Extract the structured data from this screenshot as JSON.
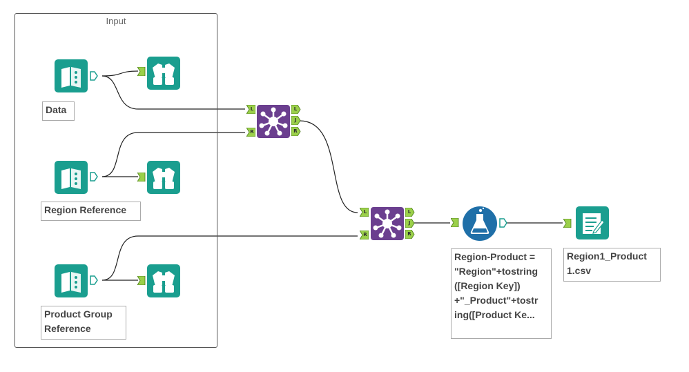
{
  "container": {
    "title": "Input"
  },
  "tools": {
    "input_data": {
      "icon": "input-data-icon",
      "annotation": "Data"
    },
    "input_region": {
      "icon": "input-data-icon",
      "annotation": "Region Reference"
    },
    "input_product": {
      "icon": "input-data-icon",
      "annotation": "Product Group\nReference"
    },
    "browse_1": {
      "icon": "binoculars-icon"
    },
    "browse_2": {
      "icon": "binoculars-icon"
    },
    "browse_3": {
      "icon": "binoculars-icon"
    },
    "join_1": {
      "icon": "join-icon",
      "anchors": {
        "in_left": "L",
        "in_right": "R",
        "out_left": "L",
        "out_join": "J",
        "out_right": "R"
      }
    },
    "join_2": {
      "icon": "join-icon",
      "anchors": {
        "in_left": "L",
        "in_right": "R",
        "out_left": "L",
        "out_join": "J",
        "out_right": "R"
      }
    },
    "formula": {
      "icon": "flask-icon",
      "annotation": "Region-Product =\n\"Region\"+tostring\n([Region Key])\n+\"_Product\"+tostr\ning([Product Ke..."
    },
    "output": {
      "icon": "output-data-icon",
      "annotation": "Region1_Product\n1.csv"
    }
  },
  "colors": {
    "input_teal": "#1a9e8f",
    "join_purple": "#6b3f8f",
    "formula_blue": "#1f6fa8",
    "anchor_green": "#9bd04a",
    "connector": "#222222"
  }
}
